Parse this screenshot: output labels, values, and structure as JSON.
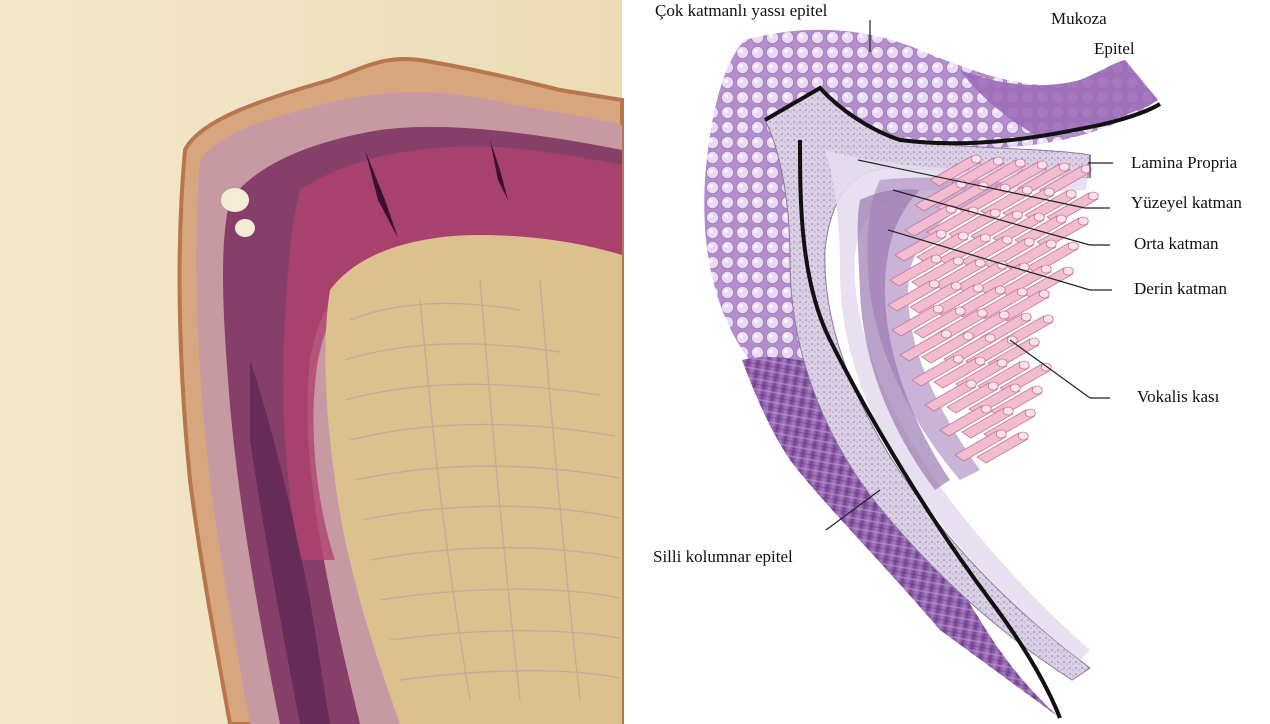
{
  "labels": {
    "cok_katmanli": "Çok katmanlı yassı epitel",
    "mukoza": "Mukoza",
    "epitel": "Epitel",
    "lamina_propria": "Lamina Propria",
    "yuzeyel": "Yüzeyel katman",
    "orta": "Orta katman",
    "derin": "Derin katman",
    "vokalis": "Vokalis kası",
    "silli": "Silli kolumnar epitel"
  },
  "colors": {
    "histology_background": "#f2e6c8",
    "histology_stain_dark": "#6e2a5a",
    "histology_stain_pink": "#c9708f",
    "muscle_yellow": "#dcc18e",
    "squamous_epithelium": "#c8a6d6",
    "ciliated_epithelium": "#8e5aa8",
    "lamina_propria": "#ddd2e6",
    "vocalis_fibers": "#f1bcd0",
    "outline": "#111111"
  },
  "panels": {
    "left": "histology-micrograph",
    "right": "vocal-fold-diagram"
  }
}
